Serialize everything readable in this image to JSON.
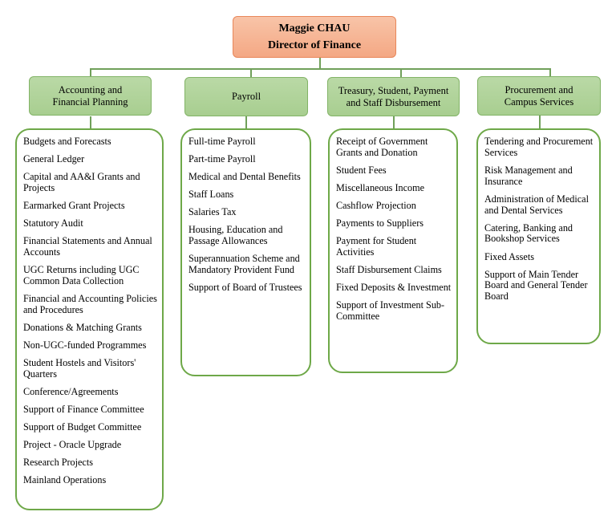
{
  "head": {
    "name": "Maggie CHAU",
    "title": "Director of Finance"
  },
  "departments": [
    {
      "label": "Accounting and\nFinancial Planning",
      "items": [
        "Budgets and Forecasts",
        "General  Ledger",
        "Capital and AA&I Grants and Projects",
        "Earmarked  Grant  Projects",
        "Statutory Audit",
        "Financial  Statements and Annual Accounts",
        "UGC  Returns including UGC Common  Data Collection",
        "Financial  and Accounting Policies  and Procedures",
        "Donations & Matching Grants",
        "Non-UGC-funded Programmes",
        "Student Hostels and Visitors' Quarters",
        "Conference/Agreements",
        "Support of Finance Committee",
        "Support of Budget Committee",
        "Project - Oracle  Upgrade",
        "Research Projects",
        "Mainland Operations"
      ]
    },
    {
      "label": "Payroll",
      "items": [
        "Full-time  Payroll",
        "Part-time  Payroll",
        "Medical and Dental Benefits",
        "Staff Loans",
        "Salaries  Tax",
        "Housing, Education and Passage Allowances",
        "Superannuation Scheme and Mandatory Provident Fund",
        "Support of Board of Trustees"
      ]
    },
    {
      "label": "Treasury, Student, Payment\nand Staff Disbursement",
      "items": [
        "Receipt of Government Grants and Donation",
        "Student Fees",
        "Miscellaneous  Income",
        "Cashflow Projection",
        "Payments to Suppliers",
        "Payment for Student Activities",
        "Staff Disbursement Claims",
        "Fixed  Deposits & Investment",
        "Support of Investment Sub-Committee"
      ]
    },
    {
      "label": "Procurement and\nCampus Services",
      "items": [
        "Tendering and Procurement Services",
        "Risk Management and Insurance",
        "Administration of Medical and Dental Services",
        "Catering, Banking and Bookshop Services",
        "Fixed  Assets",
        "Support of Main Tender Board and General Tender Board"
      ]
    }
  ]
}
